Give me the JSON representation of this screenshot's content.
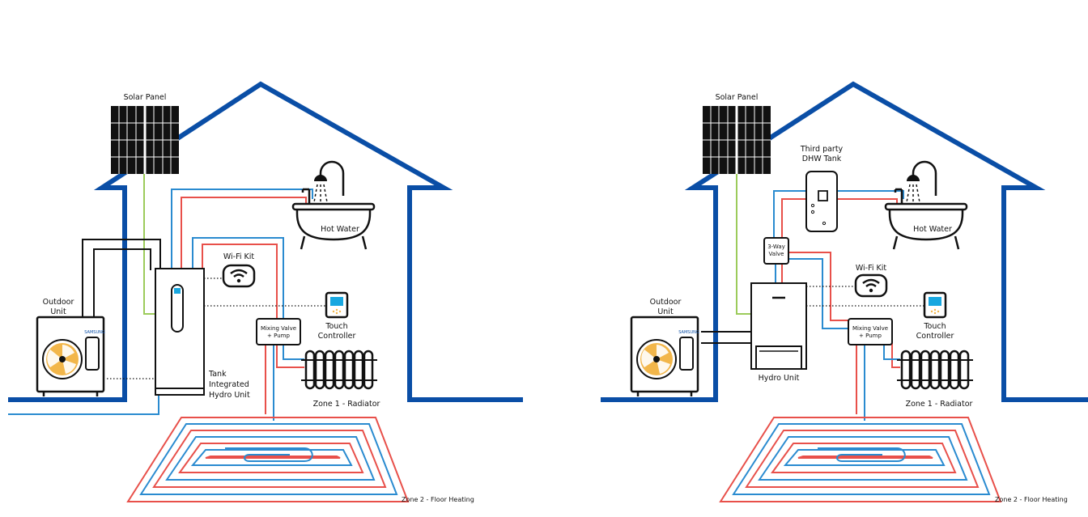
{
  "colors": {
    "house": "#0a4ea6",
    "hot_pipe": "#e8504a",
    "cold_pipe": "#2a8bd0",
    "solar_cable": "#9ccb5b",
    "fan": "#f2b64a",
    "screen": "#18a7e0"
  },
  "left": {
    "solar_panel": "Solar Panel",
    "hot_water": "Hot Water",
    "wifi_kit": "Wi-Fi Kit",
    "outdoor_unit_1": "Outdoor",
    "outdoor_unit_2": "Unit",
    "brand": "SAMSUNG",
    "touch_1": "Touch",
    "touch_2": "Controller",
    "mixing_1": "Mixing Valve",
    "mixing_2": "+ Pump",
    "tank_1": "Tank",
    "tank_2": "Integrated",
    "tank_3": "Hydro Unit",
    "zone1": "Zone 1 - Radiator",
    "zone2": "Zone 2 - Floor Heating"
  },
  "right": {
    "solar_panel": "Solar Panel",
    "third_party_1": "Third party",
    "third_party_2": "DHW Tank",
    "hot_water": "Hot Water",
    "three_way_1": "3-Way",
    "three_way_2": "Valve",
    "wifi_kit": "Wi-Fi Kit",
    "outdoor_unit_1": "Outdoor",
    "outdoor_unit_2": "Unit",
    "brand": "SAMSUNG",
    "touch_1": "Touch",
    "touch_2": "Controller",
    "mixing_1": "Mixing Valve",
    "mixing_2": "+ Pump",
    "hydro_unit": "Hydro Unit",
    "zone1": "Zone 1 - Radiator",
    "zone2": "Zone 2 - Floor Heating"
  }
}
